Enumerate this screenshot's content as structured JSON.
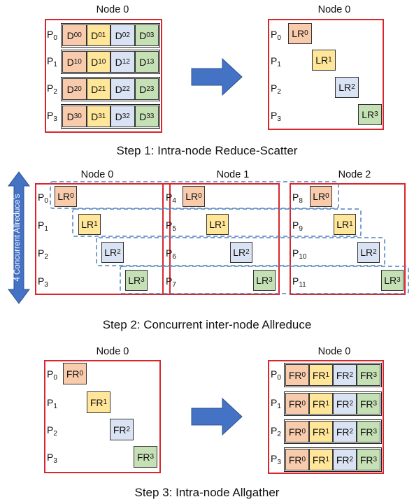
{
  "step1": {
    "caption": "Step 1: Intra-node Reduce-Scatter",
    "left_node_title": "Node 0",
    "right_node_title": "Node 0",
    "processes": [
      "P0",
      "P1",
      "P2",
      "P3"
    ],
    "matrix": [
      [
        "D00",
        "D01",
        "D02",
        "D03"
      ],
      [
        "D10",
        "D10",
        "D12",
        "D13"
      ],
      [
        "D20",
        "D21",
        "D22",
        "D23"
      ],
      [
        "D30",
        "D31",
        "D32",
        "D33"
      ]
    ],
    "results": [
      "LR0",
      "LR1",
      "LR2",
      "LR3"
    ]
  },
  "step2": {
    "caption": "Step 2: Concurrent inter-node Allreduce",
    "side_label": "4 Concurrent Allreduce’s",
    "nodes": [
      {
        "title": "Node 0",
        "processes": [
          "P0",
          "P1",
          "P2",
          "P3"
        ]
      },
      {
        "title": "Node 1",
        "processes": [
          "P4",
          "P5",
          "P6",
          "P7"
        ]
      },
      {
        "title": "Node 2",
        "processes": [
          "P8",
          "P9",
          "P10",
          "P11"
        ]
      }
    ],
    "results": [
      "LR0",
      "LR1",
      "LR2",
      "LR3"
    ]
  },
  "step3": {
    "caption": "Step 3: Intra-node Allgather",
    "left_node_title": "Node 0",
    "right_node_title": "Node 0",
    "processes": [
      "P0",
      "P1",
      "P2",
      "P3"
    ],
    "results": [
      "FR0",
      "FR1",
      "FR2",
      "FR3"
    ]
  },
  "colors": {
    "node_border": "#d9262c",
    "orange": "#f8cbad",
    "yellow": "#ffe699",
    "blue": "#dae3f3",
    "green": "#c5e0b4",
    "arrow": "#4472c4",
    "dashed": "#4f81bd"
  },
  "icons": [
    "right-arrow-icon",
    "double-vertical-arrow-icon"
  ]
}
